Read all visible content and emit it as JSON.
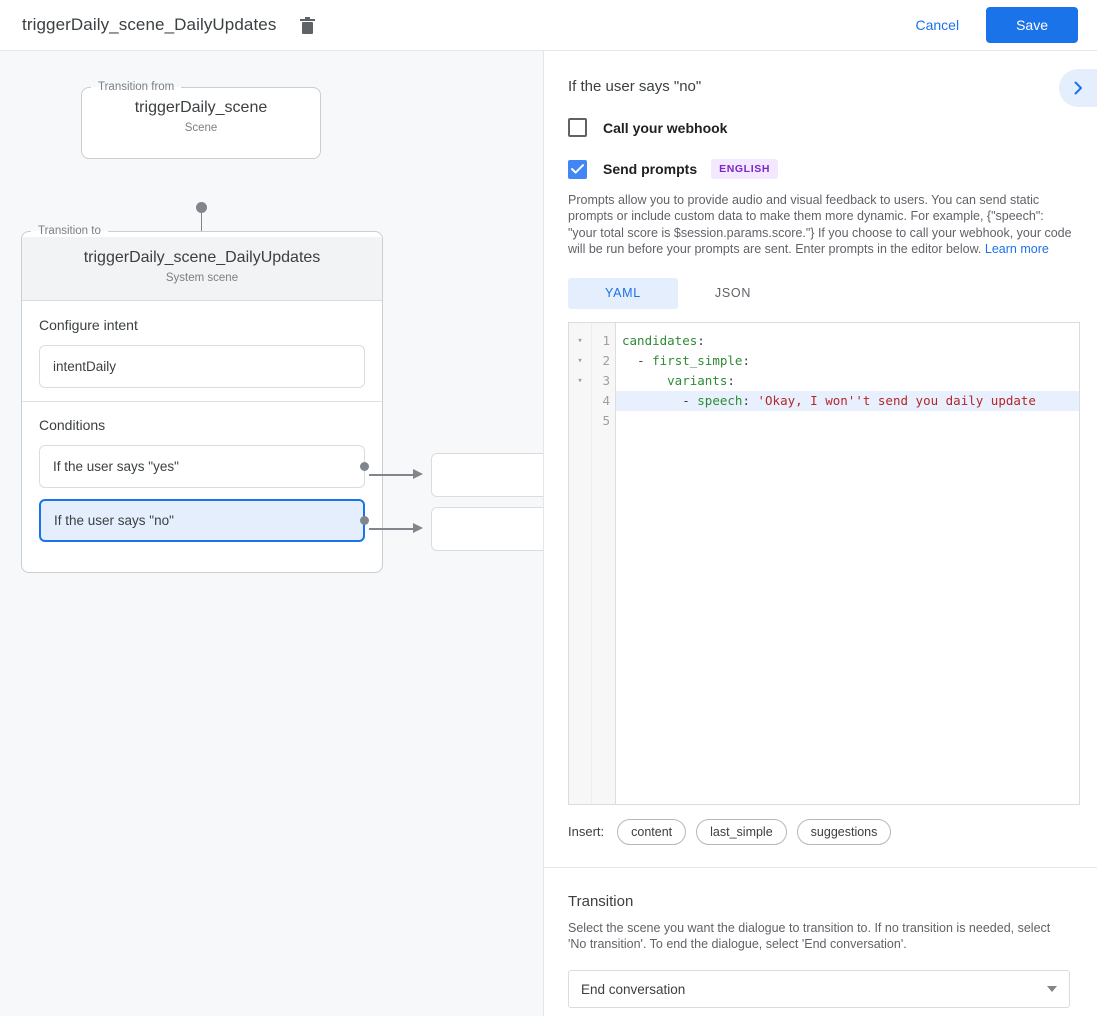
{
  "topbar": {
    "title": "triggerDaily_scene_DailyUpdates",
    "delete_icon": "trash-icon",
    "cancel_label": "Cancel",
    "save_label": "Save",
    "accent_color": "#1a73e8"
  },
  "canvas": {
    "from": {
      "legend": "Transition from",
      "name": "triggerDaily_scene",
      "subtitle": "Scene"
    },
    "to": {
      "legend": "Transition to",
      "name": "triggerDaily_scene_DailyUpdates",
      "subtitle": "System scene",
      "intent_section_title": "Configure intent",
      "intent_value": "intentDaily",
      "conditions_section_title": "Conditions",
      "conditions": [
        {
          "label": "If the user says \"yes\"",
          "selected": false
        },
        {
          "label": "If the user says \"no\"",
          "selected": true
        }
      ]
    }
  },
  "panel": {
    "title": "If the user says \"no\"",
    "collapse_icon": "chevron-right-icon",
    "webhook": {
      "label": "Call your webhook",
      "checked": false
    },
    "prompts": {
      "label": "Send prompts",
      "checked": true,
      "language_badge": "ENGLISH",
      "badge_bg": "#f3e8fd",
      "badge_color": "#7b27c9",
      "description": "Prompts allow you to provide audio and visual feedback to users. You can send static prompts or include custom data to make them more dynamic. For example, {\"speech\": \"your total score is $session.params.score.\"} If you choose to call your webhook, your code will be run before your prompts are sent. Enter prompts in the editor below.",
      "learn_more": "Learn more"
    },
    "editor": {
      "tabs": [
        {
          "label": "YAML",
          "active": true
        },
        {
          "label": "JSON",
          "active": false
        }
      ],
      "line_numbers": [
        "1",
        "2",
        "3",
        "4",
        "5"
      ],
      "fold_markers": [
        "▾",
        "▾",
        "▾",
        "",
        ""
      ],
      "current_line": 4,
      "lines": [
        {
          "key": "candidates",
          "punc": ":",
          "indent": "",
          "dash": "",
          "str": ""
        },
        {
          "key": "first_simple",
          "punc": ":",
          "indent": "  ",
          "dash": "- ",
          "str": ""
        },
        {
          "key": "variants",
          "punc": ":",
          "indent": "      ",
          "dash": "",
          "str": ""
        },
        {
          "key": "speech",
          "punc": ": ",
          "indent": "        ",
          "dash": "- ",
          "str": "'Okay, I won''t send you daily update"
        },
        {
          "key": "",
          "punc": "",
          "indent": "",
          "dash": "",
          "str": ""
        }
      ],
      "plain_lines": [
        "candidates:",
        "  - first_simple:",
        "      variants:",
        "        - speech: 'Okay, I won''t send you daily update",
        ""
      ]
    },
    "insert": {
      "label": "Insert:",
      "chips": [
        "content",
        "last_simple",
        "suggestions"
      ]
    },
    "transition": {
      "title": "Transition",
      "description": "Select the scene you want the dialogue to transition to. If no transition is needed, select 'No transition'. To end the dialogue, select 'End conversation'.",
      "selected": "End conversation"
    }
  }
}
